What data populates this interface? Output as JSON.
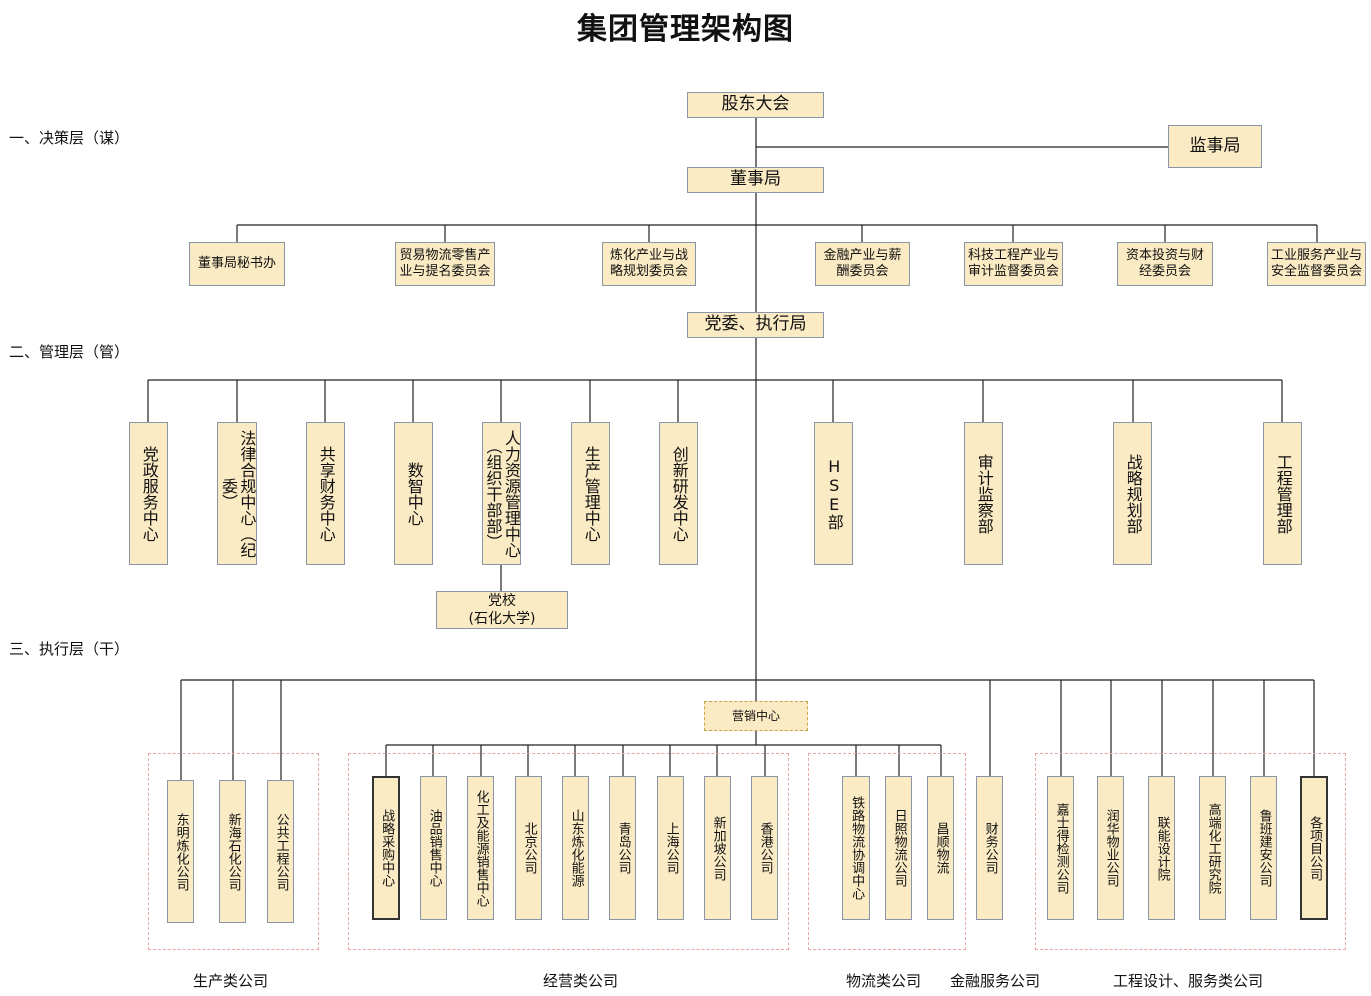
{
  "title": "集团管理架构图",
  "layers": [
    "一、决策层（谋）",
    "二、管理层（管）",
    "三、执行层（干）"
  ],
  "top": {
    "shareholders": "股东大会",
    "supervisory": "监事局",
    "board": "董事局",
    "party_exec": "党委、执行局"
  },
  "committees": [
    "董事局秘书办",
    "贸易物流零售产业与提名委员会",
    "炼化产业与战略规划委员会",
    "金融产业与薪酬委员会",
    "科技工程产业与审计监督委员会",
    "资本投资与财经委员会",
    "工业服务产业与安全监督委员会"
  ],
  "departments": [
    "党政服务中心",
    "法律合规中心（纪委）",
    "共享财务中心",
    "数智中心",
    "人力资源管理中心（组织干部部）",
    "生产管理中心",
    "创新研发中心",
    "HSE部",
    "审计监察部",
    "战略规划部",
    "工程管理部"
  ],
  "party_school": {
    "line1": "党校",
    "line2": "(石化大学)"
  },
  "marketing_center": "营销中心",
  "production_companies": [
    "东明炼化公司",
    "新海石化公司",
    "公共工程公司"
  ],
  "operating_companies": [
    "战略采购中心",
    "油品销售中心",
    "化工及能源销售中心",
    "北京公司",
    "山东炼化能源",
    "青岛公司",
    "上海公司",
    "新加坡公司",
    "香港公司"
  ],
  "logistics_companies": [
    "铁路物流协调中心",
    "日照物流公司",
    "昌顺物流"
  ],
  "finance_companies": [
    "财务公司"
  ],
  "engineering_companies": [
    "嘉士得检测公司",
    "润华物业公司",
    "联能设计院",
    "高端化工研究院",
    "鲁班建安公司",
    "各项目公司"
  ],
  "group_labels": {
    "production": "生产类公司",
    "operating": "经营类公司",
    "logistics": "物流类公司",
    "finance": "金融服务公司",
    "engineering": "工程设计、服务类公司"
  },
  "colors": {
    "box_fill": "#faebc4",
    "box_border": "#8a95a8",
    "line": "#222222",
    "group_border": "#e8a6a6"
  }
}
